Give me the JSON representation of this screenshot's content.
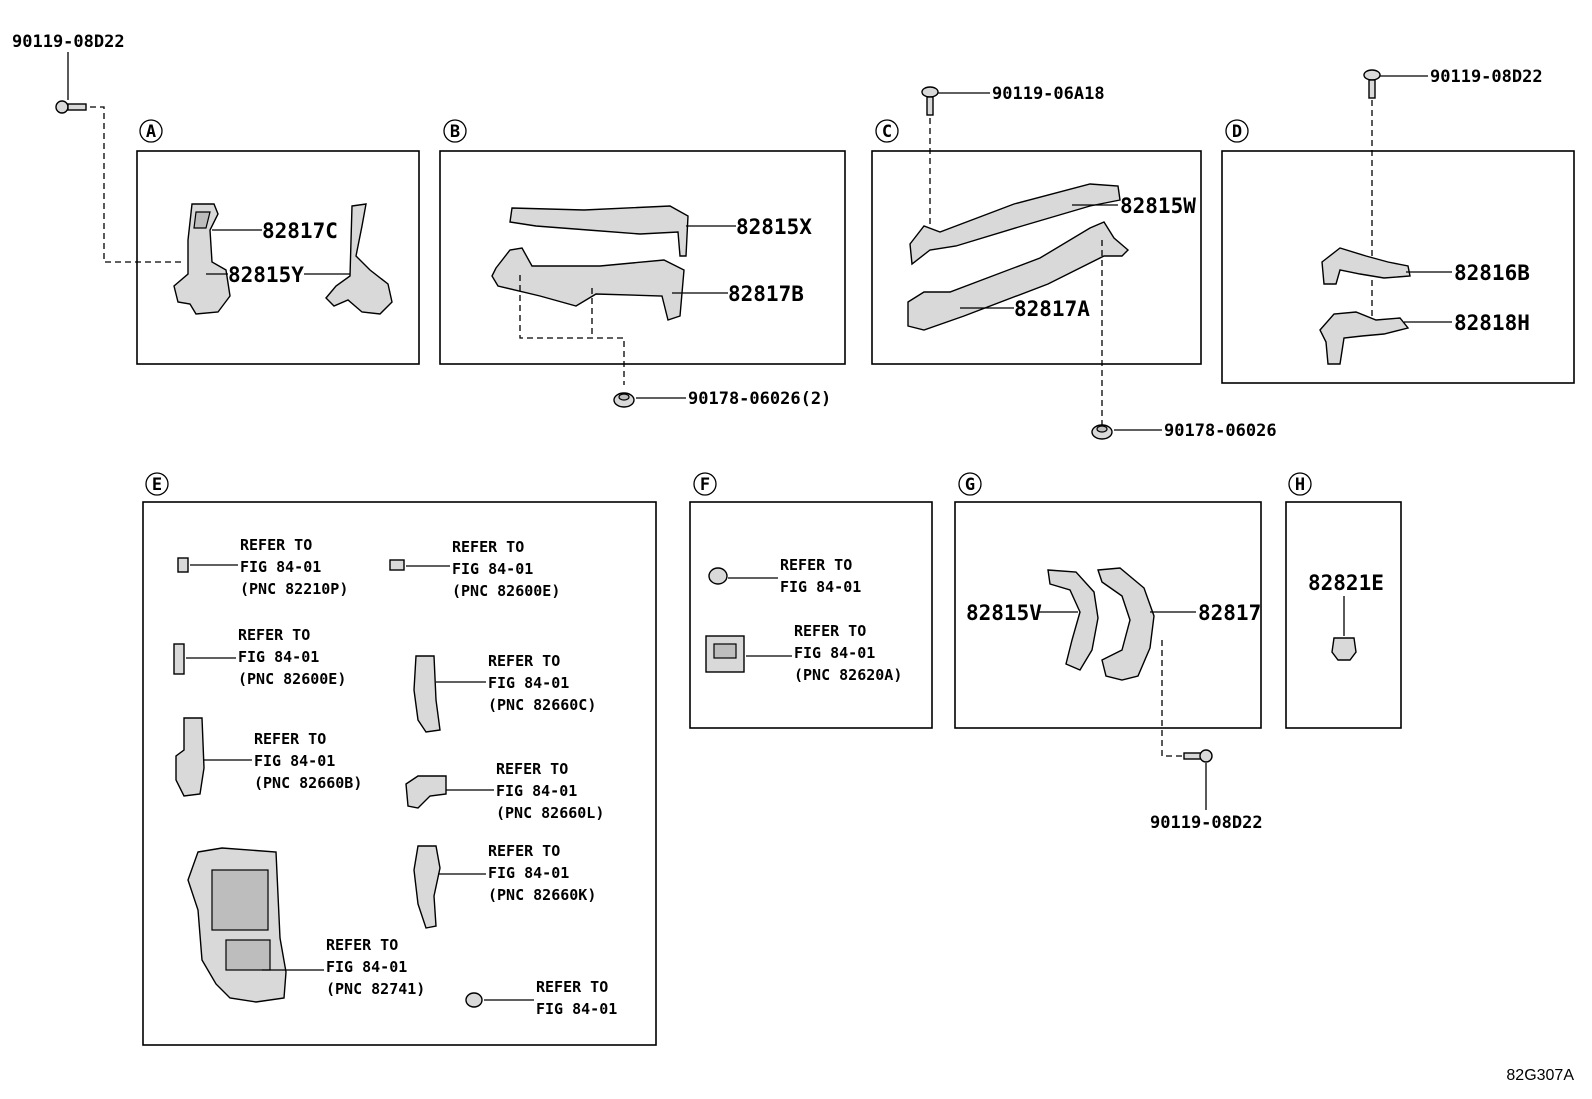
{
  "sections": [
    "A",
    "B",
    "C",
    "D",
    "E",
    "F",
    "G",
    "H"
  ],
  "parts": {
    "p82817C": "82817C",
    "p82815Y": "82815Y",
    "p82815X": "82815X",
    "p82817B": "82817B",
    "p82815W": "82815W",
    "p82817A": "82817A",
    "p82816B": "82816B",
    "p82818H": "82818H",
    "p82815V": "82815V",
    "p82817": "82817",
    "p82821E": "82821E"
  },
  "fasteners": {
    "f_a": "90119-08D22",
    "f_b": "90178-06026(2)",
    "f_c_top": "90119-06A18",
    "f_c_bot": "90178-06026",
    "f_d": "90119-08D22",
    "f_g": "90119-08D22"
  },
  "refs": {
    "e1": [
      "REFER TO",
      "FIG 84-01",
      "(PNC 82210P)"
    ],
    "e2": [
      "REFER TO",
      "FIG 84-01",
      "(PNC 82600E)"
    ],
    "e3": [
      "REFER TO",
      "FIG 84-01",
      "(PNC 82600E)"
    ],
    "e4": [
      "REFER TO",
      "FIG 84-01",
      "(PNC 82660C)"
    ],
    "e5": [
      "REFER TO",
      "FIG 84-01",
      "(PNC 82660B)"
    ],
    "e6": [
      "REFER TO",
      "FIG 84-01",
      "(PNC 82660L)"
    ],
    "e7": [
      "REFER TO",
      "FIG 84-01",
      "(PNC 82660K)"
    ],
    "e8": [
      "REFER TO",
      "FIG 84-01",
      "(PNC 82741)"
    ],
    "e9": [
      "REFER TO",
      "FIG 84-01"
    ],
    "f1": [
      "REFER TO",
      "FIG 84-01"
    ],
    "f2": [
      "REFER TO",
      "FIG 84-01",
      "(PNC 82620A)"
    ]
  },
  "figure_code": "82G307A"
}
